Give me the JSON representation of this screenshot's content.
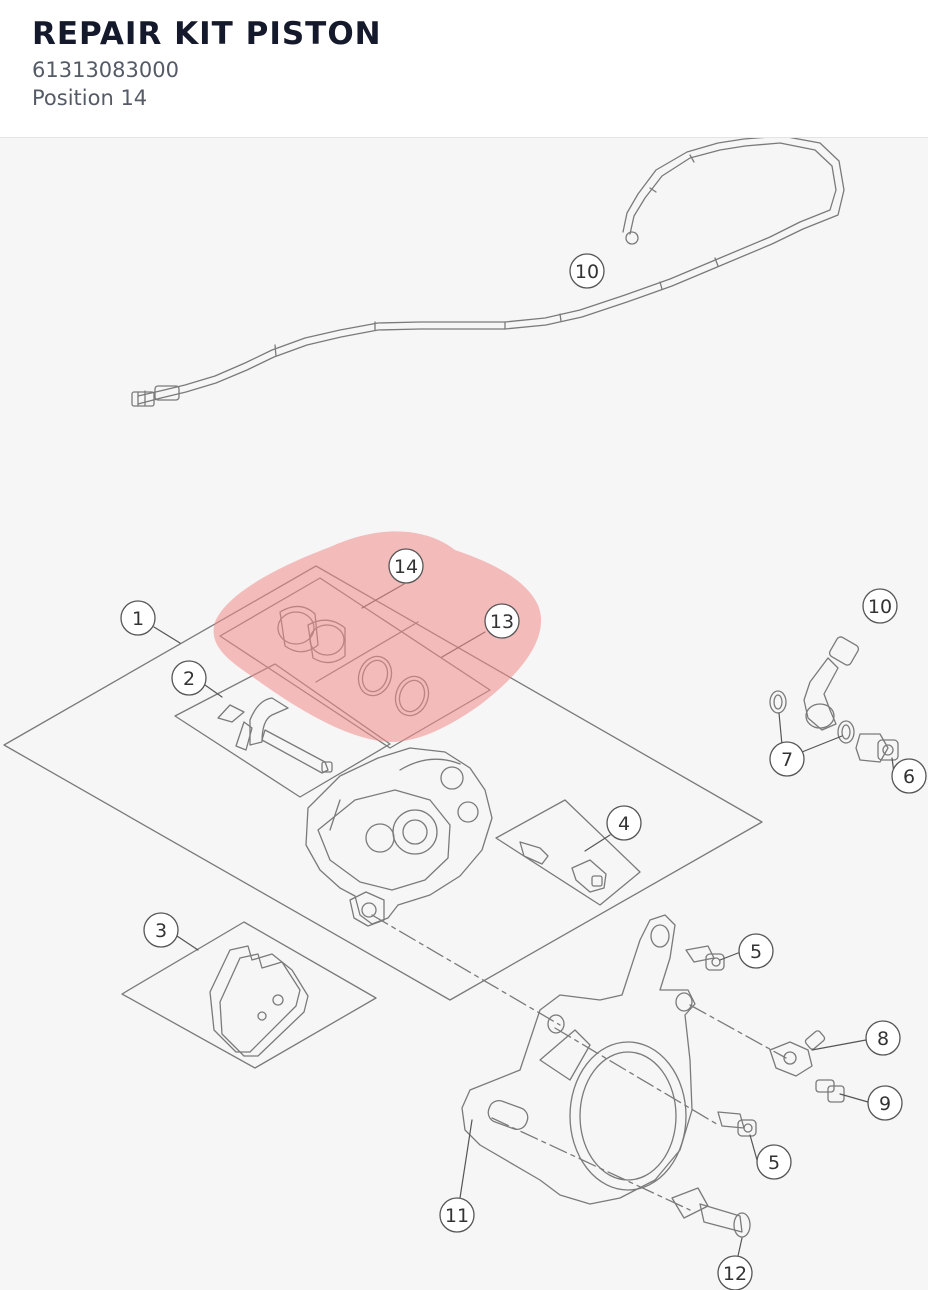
{
  "header": {
    "title": "REPAIR KIT PISTON",
    "part_number": "61313083000",
    "position": "Position 14"
  },
  "diagram": {
    "highlight_color": "#f28b8b",
    "line_color": "#555555",
    "callouts": [
      {
        "id": "c1",
        "label": "1"
      },
      {
        "id": "c2",
        "label": "2"
      },
      {
        "id": "c3",
        "label": "3"
      },
      {
        "id": "c4",
        "label": "4"
      },
      {
        "id": "c5a",
        "label": "5"
      },
      {
        "id": "c5b",
        "label": "5"
      },
      {
        "id": "c6",
        "label": "6"
      },
      {
        "id": "c7",
        "label": "7"
      },
      {
        "id": "c8",
        "label": "8"
      },
      {
        "id": "c9",
        "label": "9"
      },
      {
        "id": "c10a",
        "label": "10"
      },
      {
        "id": "c10b",
        "label": "10"
      },
      {
        "id": "c11",
        "label": "11"
      },
      {
        "id": "c12",
        "label": "12"
      },
      {
        "id": "c13",
        "label": "13"
      },
      {
        "id": "c14",
        "label": "14"
      }
    ]
  }
}
